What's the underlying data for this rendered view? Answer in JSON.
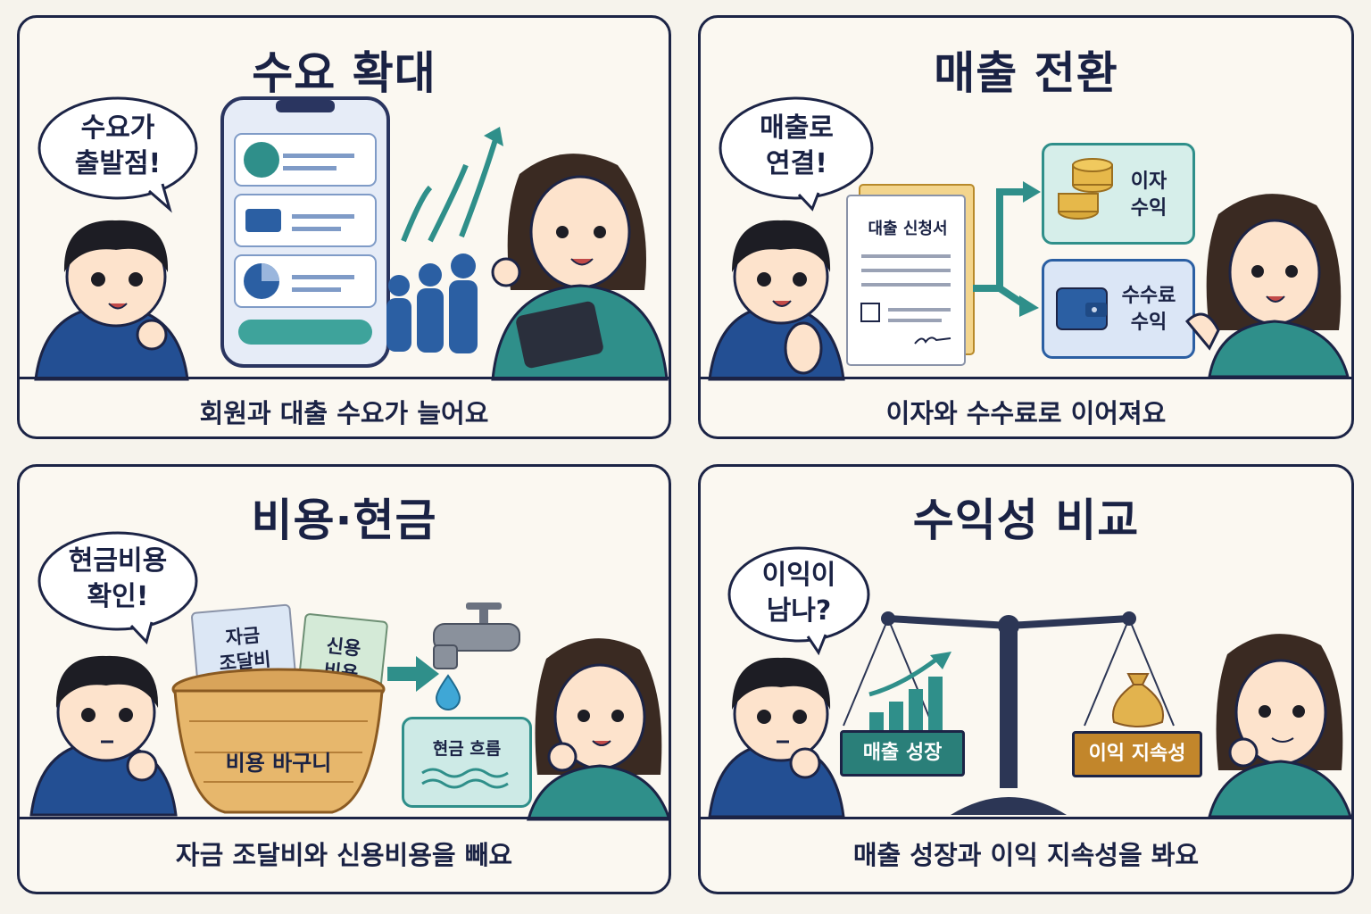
{
  "panels": {
    "demand": {
      "title": "수요 확대",
      "bubble": [
        "수요가",
        "출발점!"
      ],
      "caption": "회원과 대출 수요가 늘어요"
    },
    "revenue": {
      "title": "매출 전환",
      "bubble": [
        "매출로",
        "연결!"
      ],
      "document_title": "대출 신청서",
      "interest_card": [
        "이자",
        "수익"
      ],
      "fee_card": [
        "수수료",
        "수익"
      ],
      "caption": "이자와 수수료로 이어져요"
    },
    "cost": {
      "title": "비용·현금",
      "bubble": [
        "현금비용",
        "확인!"
      ],
      "card_funding": [
        "자금",
        "조달비"
      ],
      "card_credit": [
        "신용",
        "비용"
      ],
      "basket_label": "비용 바구니",
      "cash_flow_label": "현금 흐름",
      "caption": "자금 조달비와 신용비용을 빼요"
    },
    "profit": {
      "title": "수익성 비교",
      "bubble": [
        "이익이",
        "남나?"
      ],
      "left_plate": "매출 성장",
      "right_plate": "이익 지속성",
      "caption": "매출 성장과 이익 지속성을 봐요"
    }
  },
  "colors": {
    "navy": "#1c2446",
    "teal": "#2f8f8a",
    "blue": "#2b5fa3",
    "gold": "#c8952a",
    "panel_bg": "#fbf8f1"
  },
  "icons": [
    "phone-icon",
    "user-icon",
    "card-icon",
    "pie-icon",
    "growth-arrow-icon",
    "crowd-icon",
    "tablet-icon",
    "document-icon",
    "coins-icon",
    "wallet-icon",
    "basket-icon",
    "shield-icon",
    "faucet-icon",
    "droplet-icon",
    "scale-icon",
    "money-bag-icon",
    "bar-chart-icon"
  ]
}
